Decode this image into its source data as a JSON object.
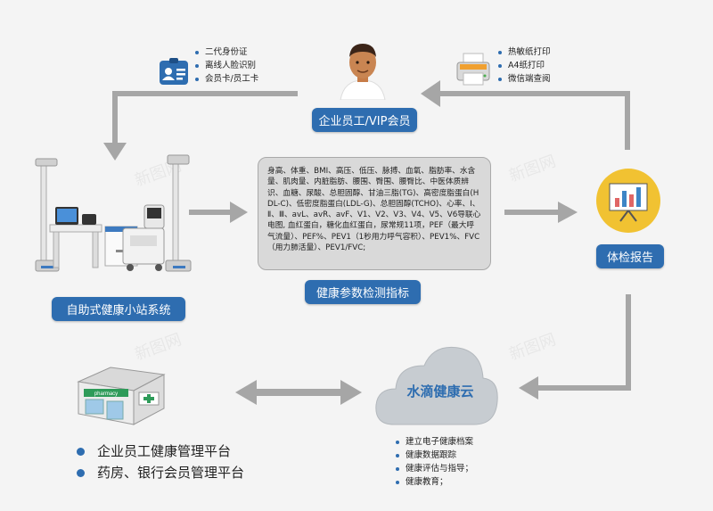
{
  "id_card_features": [
    "二代身份证",
    "离线人脸识别",
    "会员卡/员工卡"
  ],
  "printer_features": [
    "热敏纸打印",
    "A4纸打印",
    "微信端查阅"
  ],
  "member_label": "企业员工/VIP会员",
  "kiosk_label": "自助式健康小站系统",
  "params_text": "身高、体重、BMI、高压、低压、脉搏、血氧、脂肪率、水含量、肌肉量、内脏脂肪、腰围、臀围、腰臀比、中医体质辨识、血糖、尿酸、总胆固醇、甘油三脂(TG)、高密度脂蛋白(HDL-C)、低密度脂蛋白(LDL-G)、总胆固醇(TCHO)、心率、Ⅰ、Ⅱ、Ⅲ、avL、avR、avF、V1、V2、V3、V4、V5、V6导联心电图, 血红蛋白，糖化血红蛋白，尿常规11项，PEF（最大呼气流量）、PEF%、PEV1（1秒用力呼气容积）、PEV1%、FVC（用力肺活量）、PEV1/FVC;",
  "params_label": "健康参数检测指标",
  "report_label": "体检报告",
  "cloud_label": "水滴健康云",
  "cloud_features": [
    "建立电子健康档案",
    "健康数据跟踪",
    "健康评估与指导；",
    "健康教育；"
  ],
  "platforms": [
    "企业员工健康管理平台",
    "药房、银行会员管理平台"
  ],
  "pharmacy_sign": "pharmacy",
  "colors": {
    "accent": "#2e6db0",
    "arrow": "#a6a6a6",
    "report_circle": "#f1c232",
    "background": "#f4f4f4"
  }
}
